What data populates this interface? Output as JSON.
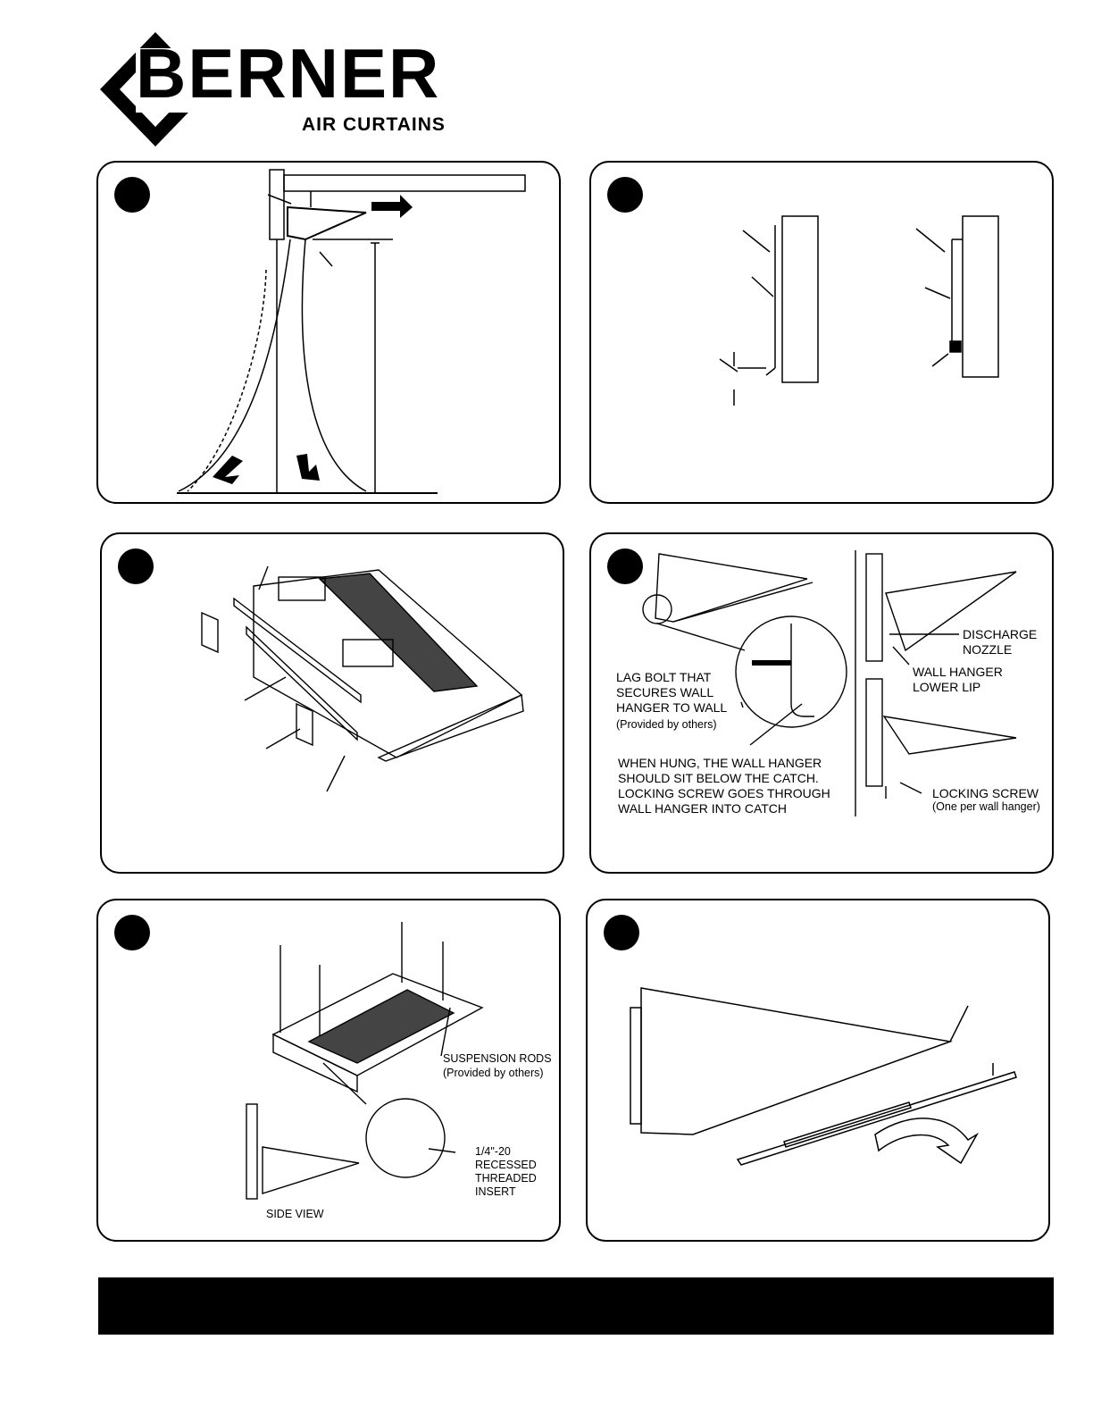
{
  "brand": {
    "name": "BERNER",
    "tagline": "AIR CURTAINS"
  },
  "panel4": {
    "discharge_nozzle": "DISCHARGE\nNOZZLE",
    "wall_hanger_lower_lip": "WALL HANGER\nLOWER LIP",
    "lag_bolt": "LAG BOLT THAT\nSECURES WALL\nHANGER TO WALL",
    "lag_bolt_note": "(Provided by others)",
    "when_hung": "WHEN HUNG, THE WALL HANGER\nSHOULD SIT BELOW THE CATCH.\nLOCKING SCREW GOES THROUGH\nWALL HANGER INTO CATCH",
    "locking_screw": "LOCKING SCREW",
    "locking_screw_note": "(One per wall hanger)"
  },
  "panel5": {
    "suspension_rods": "SUSPENSION RODS",
    "suspension_rods_note": "(Provided by others)",
    "insert": "1/4\"-20\nRECESSED\nTHREADED\nINSERT",
    "side_view": "SIDE VIEW"
  },
  "colors": {
    "ink": "#000000",
    "paper": "#ffffff",
    "screen": "#444444"
  }
}
